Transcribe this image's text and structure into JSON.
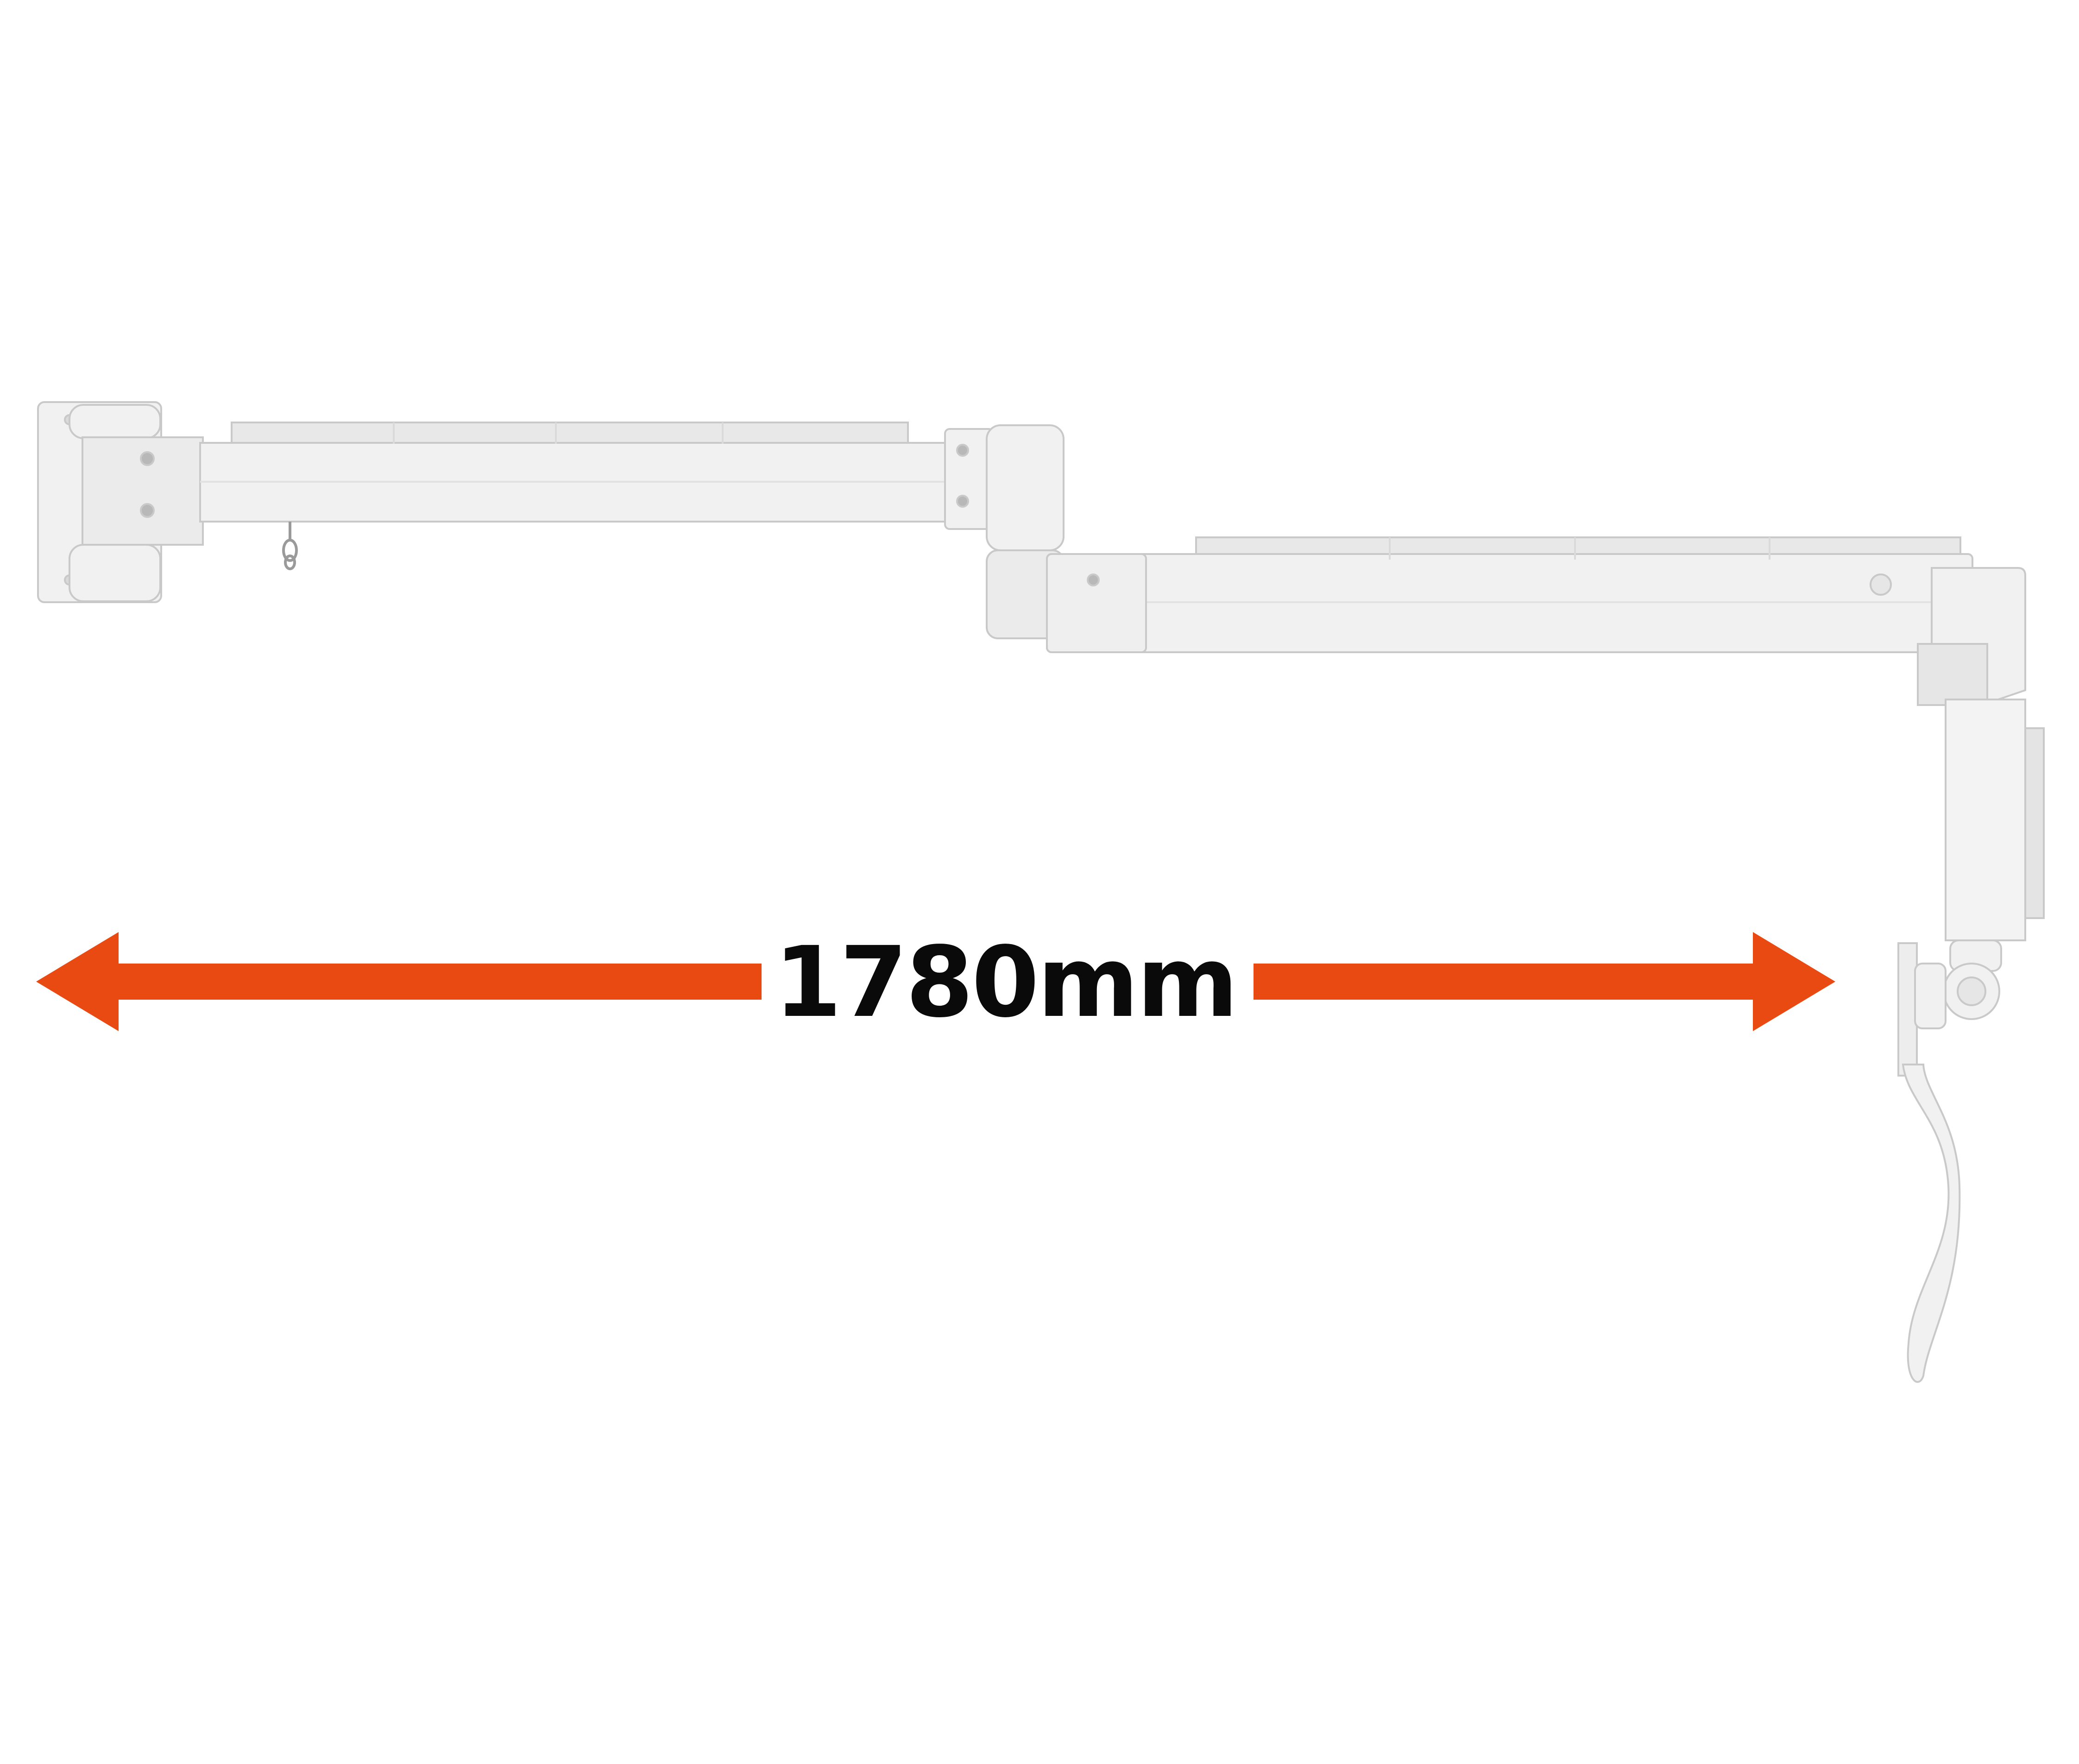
{
  "dimension": {
    "label": "1780mm"
  },
  "colors": {
    "arrow": "#E84A12",
    "arm_body": "#F1F1F1",
    "arm_shade": "#DADADA",
    "arm_outline": "#C9C9C9",
    "label_text": "#0A0A0A",
    "background": "#FFFFFF"
  },
  "icons": {
    "dimension_arrow_left": "arrowhead-left",
    "dimension_arrow_right": "arrowhead-right"
  }
}
